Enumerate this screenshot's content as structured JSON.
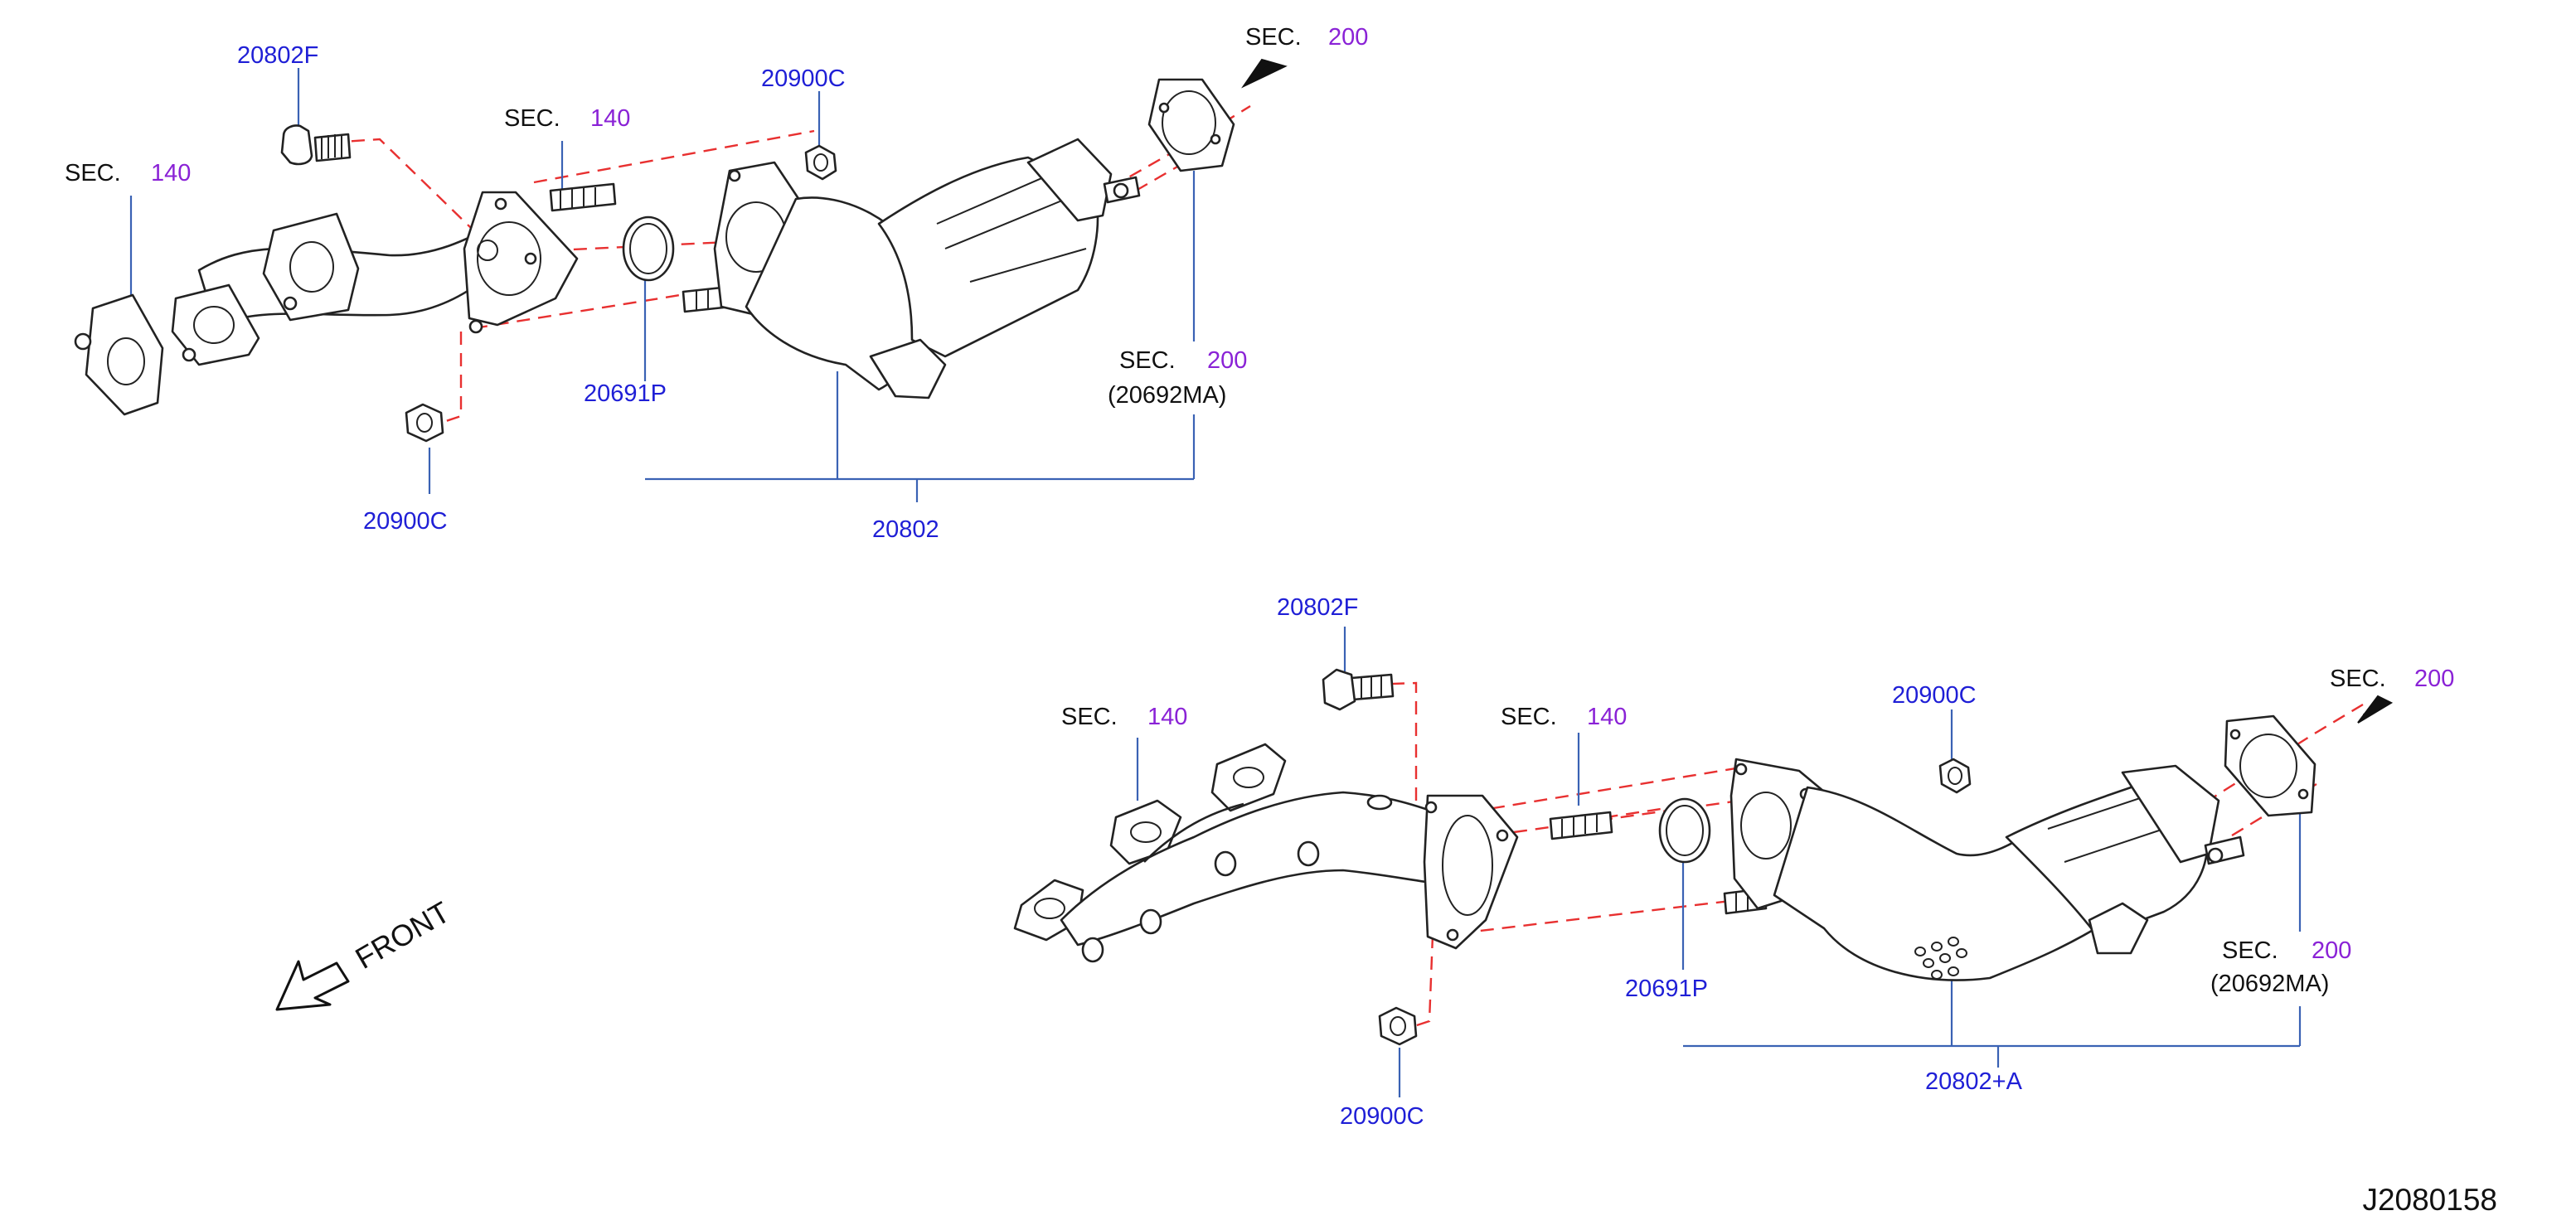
{
  "colors": {
    "part_number": "#1f1fd6",
    "section_number": "#8a22d6",
    "leader_line": "#3a62b4",
    "dashed_line": "#e83030",
    "drawing": "#222222"
  },
  "upper_assembly": {
    "bolt_label": "20802F",
    "stud_section": {
      "prefix": "SEC.",
      "number": "140"
    },
    "nut_top_label": "20900C",
    "outlet_section": {
      "prefix": "SEC.",
      "number": "200"
    },
    "manifold_section": {
      "prefix": "SEC.",
      "number": "140"
    },
    "gasket_label": "20691P",
    "rear_gasket_section": {
      "prefix": "SEC.",
      "number": "200"
    },
    "rear_gasket_ref": "(20692MA)",
    "nut_bottom_label": "20900C",
    "assembly_label": "20802"
  },
  "lower_assembly": {
    "bolt_label": "20802F",
    "manifold_section": {
      "prefix": "SEC.",
      "number": "140"
    },
    "stud_section": {
      "prefix": "SEC.",
      "number": "140"
    },
    "nut_top_label": "20900C",
    "outlet_section": {
      "prefix": "SEC.",
      "number": "200"
    },
    "gasket_label": "20691P",
    "rear_gasket_section": {
      "prefix": "SEC.",
      "number": "200"
    },
    "rear_gasket_ref": "(20692MA)",
    "nut_bottom_label": "20900C",
    "assembly_label": "20802+A"
  },
  "front_label": "FRONT",
  "diagram_code": "J2080158"
}
